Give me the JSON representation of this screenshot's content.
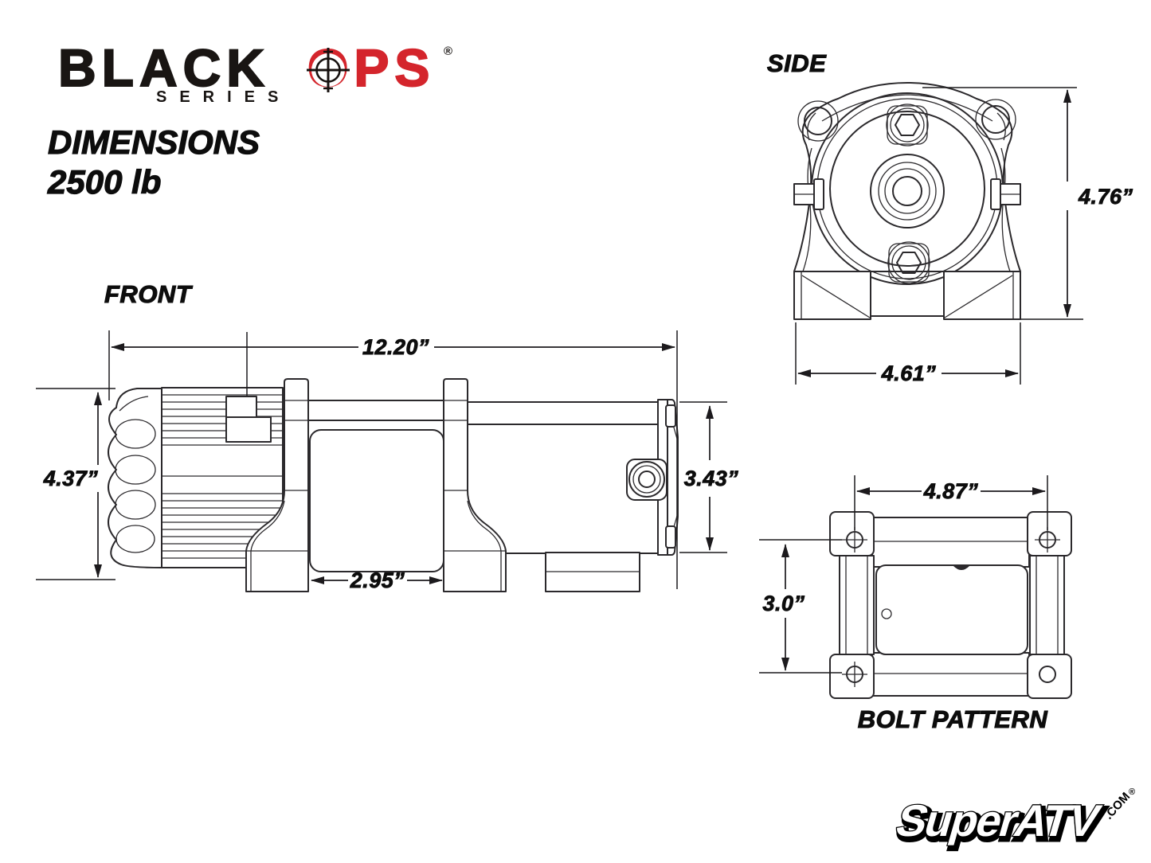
{
  "sheet": {
    "brand": {
      "word_black": "BLACK",
      "word_ops": "OPS",
      "series": "SERIES",
      "registered": "®"
    },
    "title": {
      "line1": "DIMENSIONS",
      "line2": "2500 lb"
    },
    "views": {
      "front": {
        "label": "FRONT",
        "overall_width": "12.20”",
        "motor_height": "4.37”",
        "drum_width": "2.95”",
        "gear_end_height": "3.43”"
      },
      "side": {
        "label": "SIDE",
        "height": "4.76”",
        "width": "4.61”"
      },
      "bolt": {
        "label": "BOLT PATTERN",
        "hole_spacing_width": "4.87”",
        "hole_spacing_height": "3.0”"
      }
    },
    "footer": {
      "site": "SuperATV",
      "tld": ".COM",
      "registered": "®"
    },
    "colors": {
      "brand_red": "#d4252c",
      "line_color": "#2b292c",
      "background": "#ffffff"
    }
  }
}
